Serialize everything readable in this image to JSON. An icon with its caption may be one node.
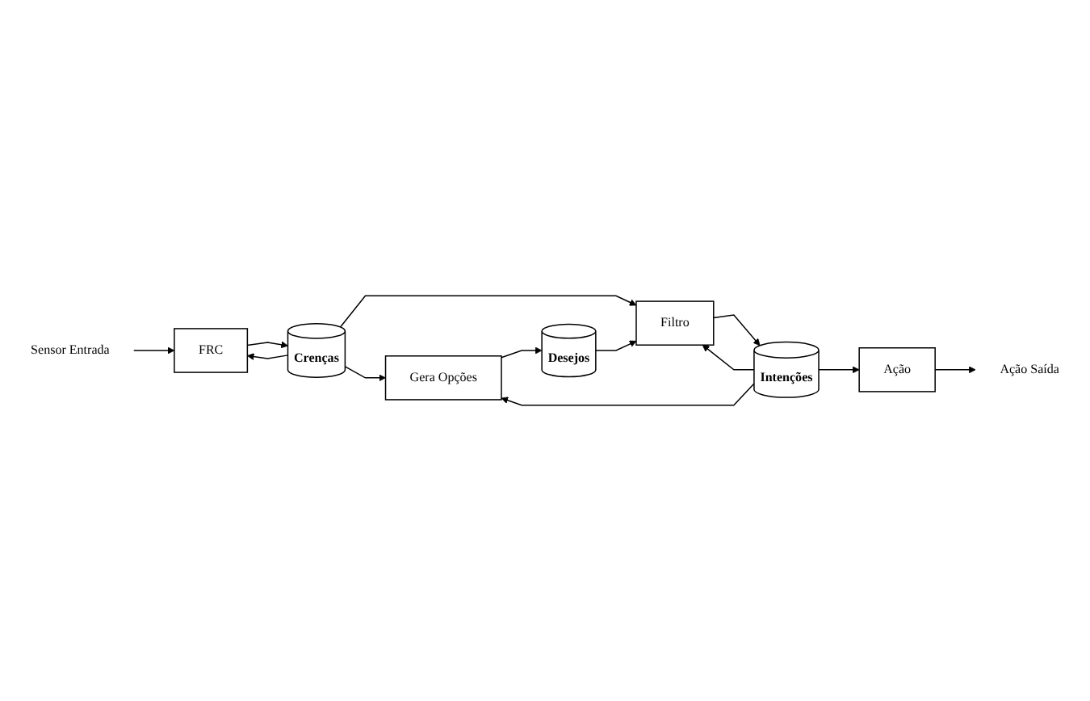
{
  "diagram": {
    "nodes": [
      {
        "text": [
          "Sensor Entrada"
        ]
      },
      {
        "text": [
          "FRC"
        ]
      },
      {
        "text": [
          "Crenças"
        ]
      },
      {
        "text": [
          "Gera Opções"
        ]
      },
      {
        "text": [
          "Desejos"
        ]
      },
      {
        "text": [
          "Filtro"
        ]
      },
      {
        "text": [
          "Intenções"
        ]
      },
      {
        "text": [
          "Ação"
        ]
      },
      {
        "text": [
          "Ação Saída"
        ]
      }
    ],
    "edges": [
      {
        "from": 0,
        "to": 1,
        "arrow": "to"
      },
      {
        "from": 1,
        "to": 2,
        "arrow": "to"
      },
      {
        "from": 2,
        "to": 1,
        "arrow": "to"
      },
      {
        "from": 2,
        "to": 3,
        "arrow": "to"
      },
      {
        "from": 3,
        "to": 4,
        "arrow": "to"
      },
      {
        "from": 2,
        "to": 5,
        "arrow": "to"
      },
      {
        "from": 4,
        "to": 5,
        "arrow": "to"
      },
      {
        "from": 6,
        "to": 5,
        "arrow": "to"
      },
      {
        "from": 5,
        "to": 6,
        "arrow": "to"
      },
      {
        "from": 6,
        "to": 3,
        "arrow": "to"
      },
      {
        "from": 6,
        "to": 7,
        "arrow": "to"
      },
      {
        "from": 7,
        "to": 8,
        "arrow": "to"
      }
    ]
  }
}
